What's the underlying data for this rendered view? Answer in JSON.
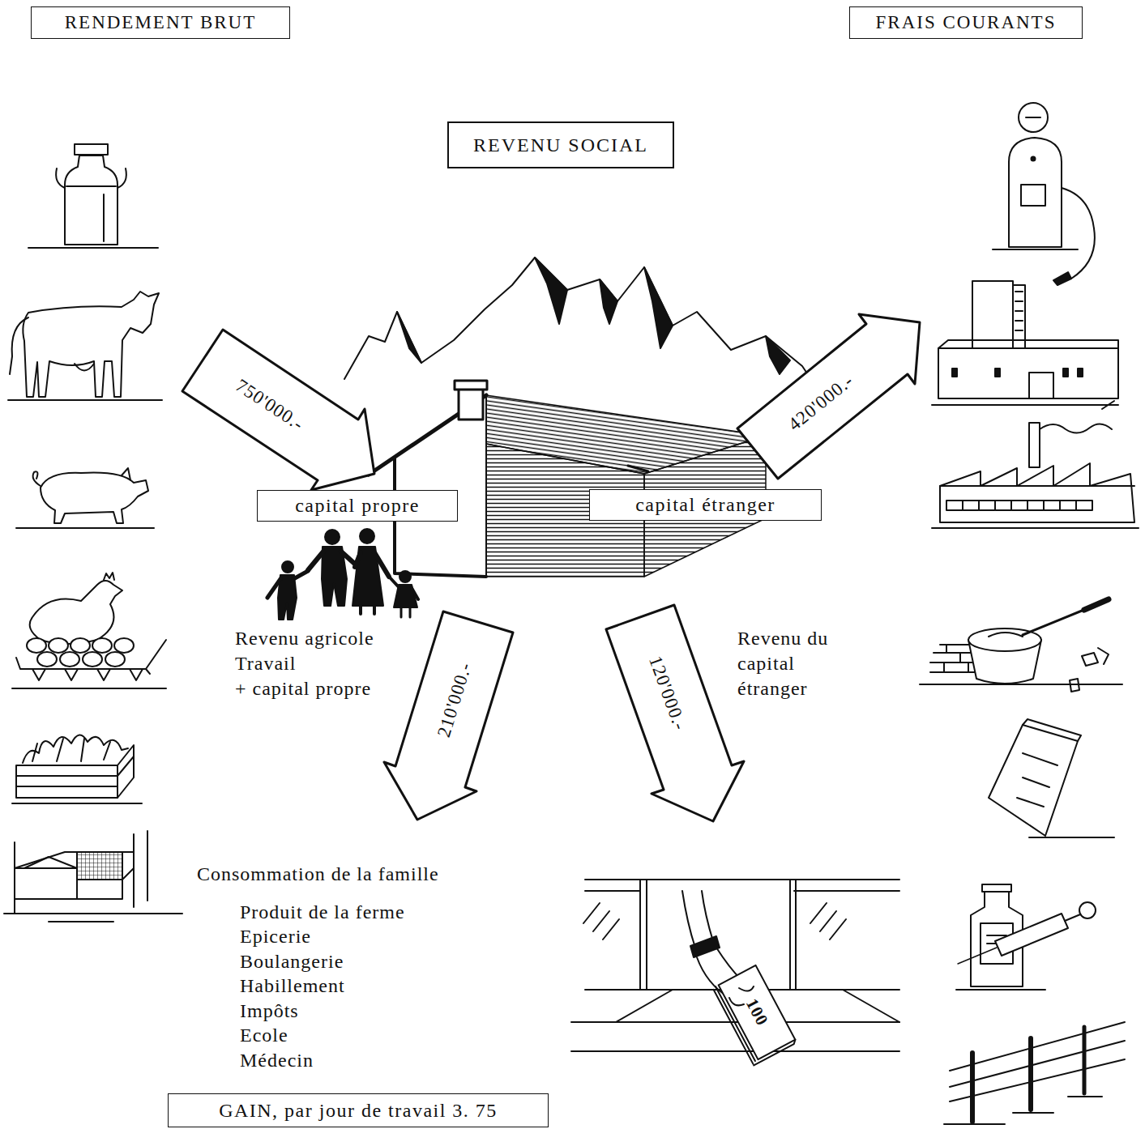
{
  "diagram": {
    "nodes": [
      {
        "text": [
          "RENDEMENT BRUT"
        ]
      },
      {
        "text": [
          "FRAIS COURANTS"
        ]
      },
      {
        "text": [
          "REVENU SOCIAL"
        ]
      },
      {
        "text": [
          "capital propre"
        ]
      },
      {
        "text": [
          "capital étranger"
        ]
      },
      {
        "text": [
          "GAIN, par jour de travail 3. 75"
        ]
      }
    ],
    "labels": [
      "750'000.-",
      "420'000.-",
      "210'000.-",
      "120'000.-",
      "Revenu agricole",
      "Travail",
      "+ capital propre",
      "Revenu du capital étranger",
      "Consommation de la famille",
      "Produit de la ferme",
      "Epicerie",
      "Boulangerie",
      "Habillement",
      "Impôts",
      "Ecole",
      "Médecin",
      "100"
    ]
  }
}
